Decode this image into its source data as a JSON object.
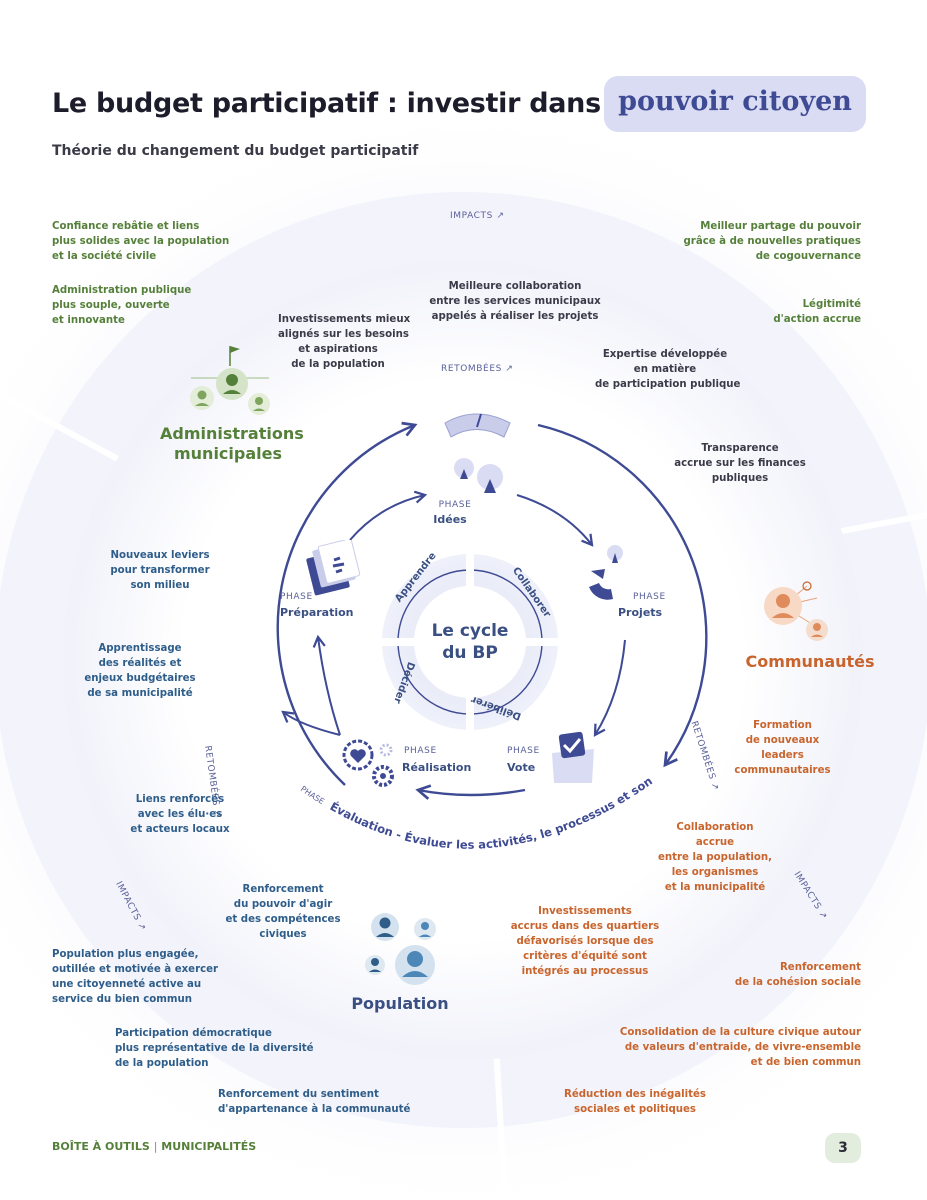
{
  "header": {
    "title": "Le budget participatif : investir dans le",
    "title_highlight": "pouvoir citoyen",
    "subtitle": "Théorie du changement du budget participatif"
  },
  "ring_labels": {
    "impacts": "IMPACTS",
    "retombees": "RETOMBÉES",
    "phase": "PHASE",
    "arrow": "↗"
  },
  "admin": {
    "title_line1": "Administrations",
    "title_line2": "municipales",
    "impacts": [
      [
        "Confiance rebâtie et liens",
        "plus solides avec la population",
        "et la société civile"
      ],
      [
        "Administration publique",
        "plus souple, ouverte",
        "et innovante"
      ]
    ],
    "impacts_right": [
      [
        "Meilleur partage du pouvoir",
        "grâce à de nouvelles pratiques",
        "de cogouvernance"
      ],
      [
        "Légitimité",
        "d'action accrue"
      ]
    ],
    "retombees": [
      [
        "Investissements mieux",
        "alignés sur les besoins",
        "et aspirations",
        "de la population"
      ],
      [
        "Meilleure collaboration",
        "entre les services municipaux",
        "appelés à réaliser les projets"
      ],
      [
        "Expertise développée",
        "en matière",
        "de participation publique"
      ],
      [
        "Transparence",
        "accrue sur les finances",
        "publiques"
      ]
    ]
  },
  "communautes": {
    "title": "Communautés",
    "retombees": [
      [
        "Formation",
        "de nouveaux",
        "leaders",
        "communautaires"
      ],
      [
        "Collaboration",
        "accrue",
        "entre la population,",
        "les organismes",
        "et la municipalité"
      ],
      [
        "Investissements",
        "accrus dans des quartiers",
        "défavorisés lorsque des",
        "critères d'équité sont",
        "intégrés au processus"
      ]
    ],
    "impacts": [
      [
        "Renforcement",
        "de la cohésion sociale"
      ],
      [
        "Consolidation de la culture civique autour",
        "de valeurs d'entraide, de vivre-ensemble",
        "et de bien commun"
      ],
      [
        "Réduction des inégalités",
        "sociales et politiques"
      ]
    ]
  },
  "population": {
    "title": "Population",
    "retombees": [
      [
        "Nouveaux leviers",
        "pour transformer",
        "son milieu"
      ],
      [
        "Apprentissage",
        "des réalités et",
        "enjeux budgétaires",
        "de sa municipalité"
      ],
      [
        "Liens renforcés",
        "avec les élu·es",
        "et acteurs locaux"
      ],
      [
        "Renforcement",
        "du pouvoir d'agir",
        "et des compétences",
        "civiques"
      ]
    ],
    "impacts": [
      [
        "Population plus engagée,",
        "outillée et motivée à exercer",
        "une citoyenneté active au",
        "service du bien commun"
      ],
      [
        "Participation démocratique",
        "plus représentative de la diversité",
        "de la population"
      ],
      [
        "Renforcement du sentiment",
        "d'appartenance à la communauté"
      ]
    ]
  },
  "cycle": {
    "center_line1": "Le cycle",
    "center_line2": "du BP",
    "inner": [
      "Apprendre",
      "Collaborer",
      "Délibérer",
      "Décider"
    ],
    "phases": {
      "idees": "Idées",
      "projets": "Projets",
      "vote": "Vote",
      "realisation": "Réalisation",
      "preparation": "Préparation"
    },
    "evaluation_prefix": "PHASE",
    "evaluation": "Évaluation - Évaluer les activités, le processus et son impact"
  },
  "footer": {
    "left": "BOÎTE À OUTILS",
    "sep": "|",
    "right": "MUNICIPALITÉS",
    "page": "3"
  },
  "colors": {
    "green": "#55803a",
    "navy": "#3a4f82",
    "orange": "#c8642c",
    "cycle": "#3e4a93",
    "lavender": "#d9dcf3"
  }
}
